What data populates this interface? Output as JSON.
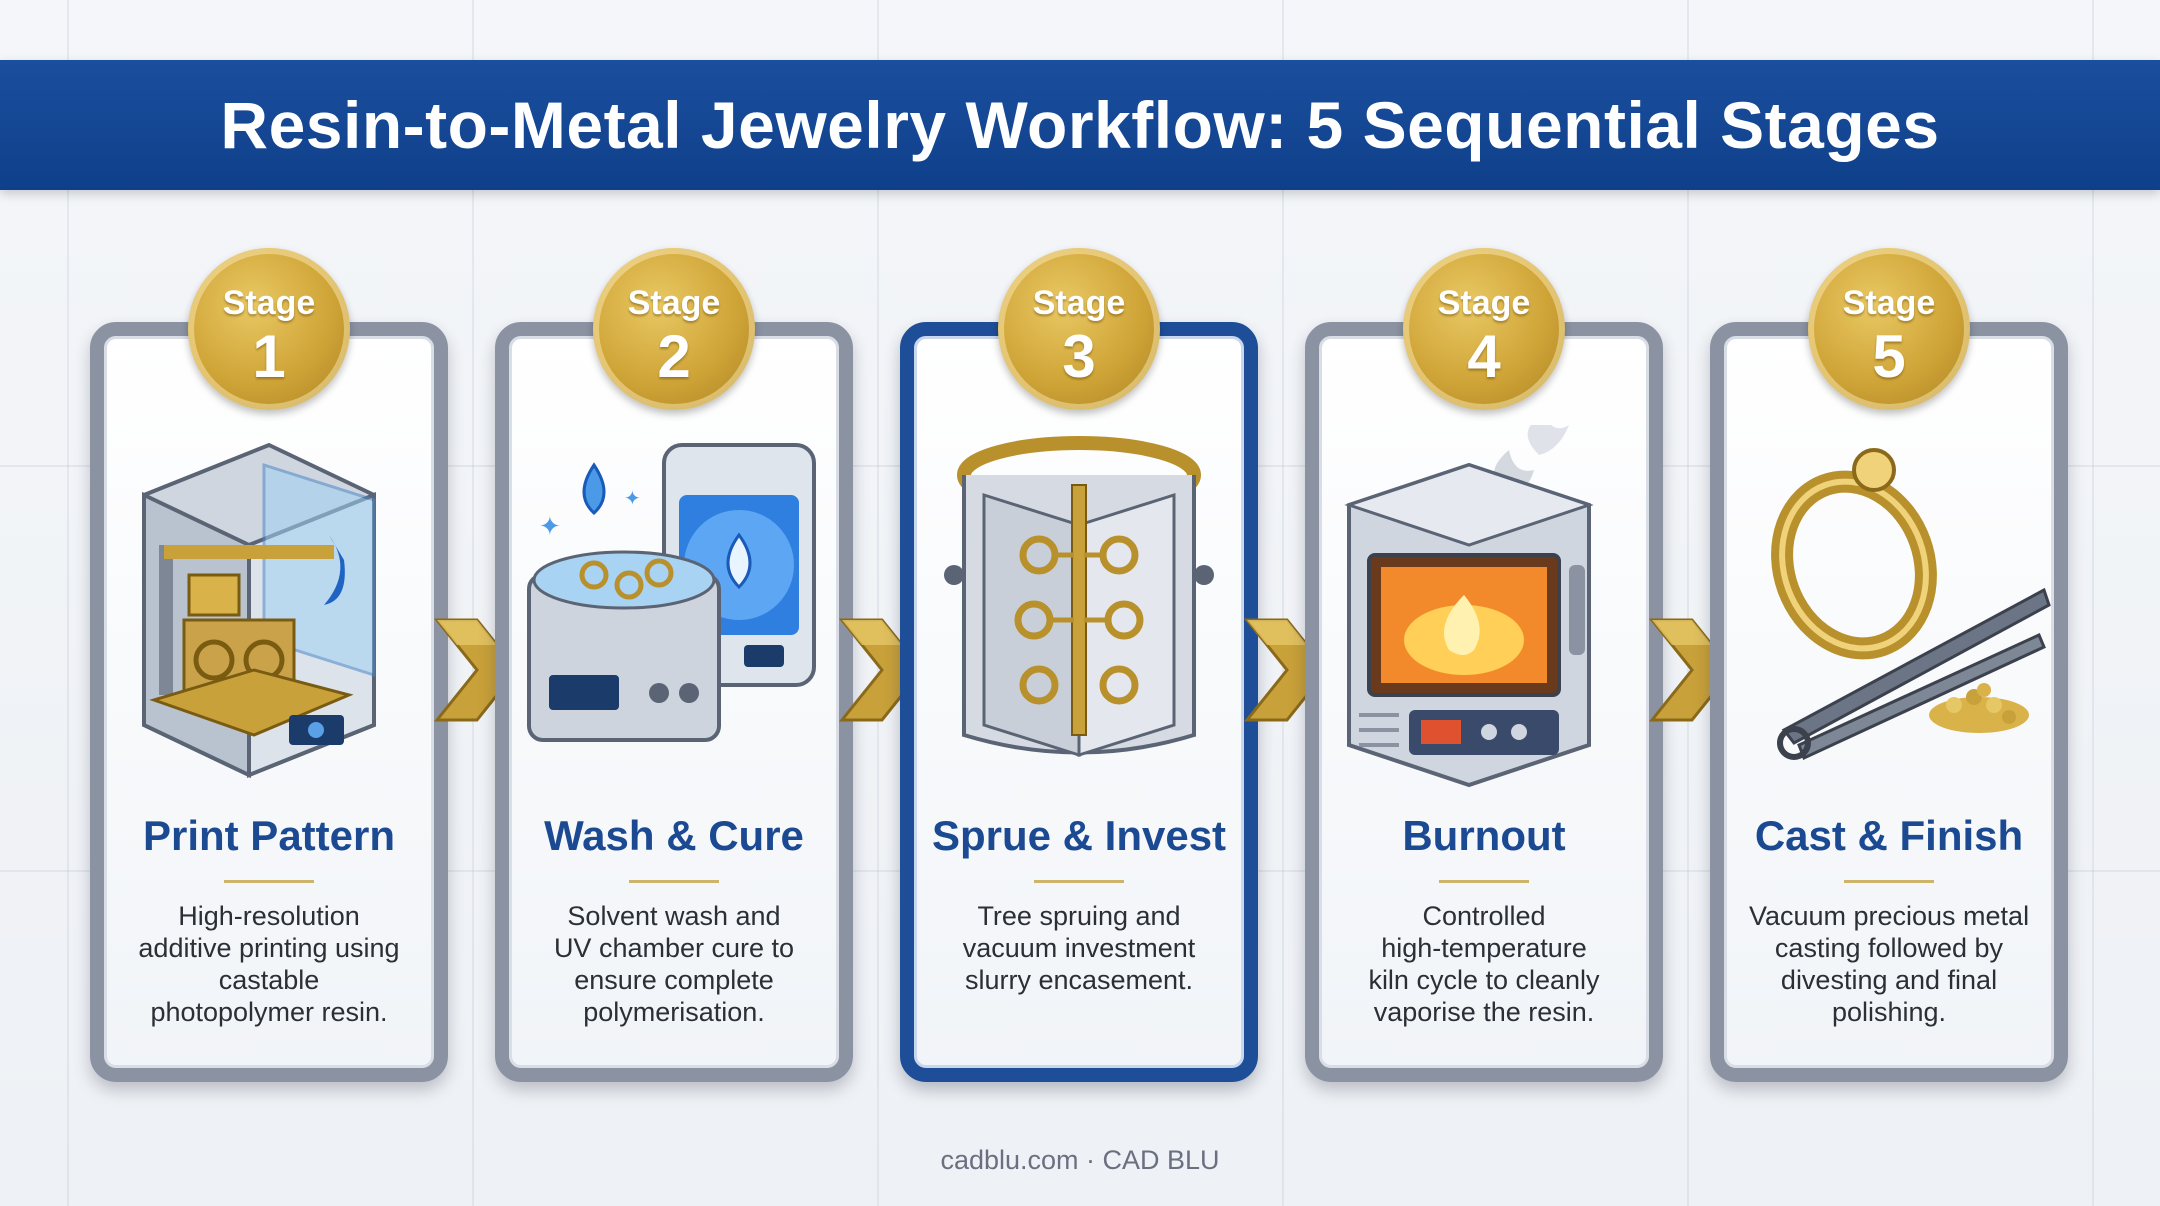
{
  "title": "Resin-to-Metal Jewelry Workflow: 5 Sequential Stages",
  "stages": [
    {
      "label": "Stage",
      "number": "1",
      "title": "Print Pattern",
      "lines": [
        "High-resolution",
        "additive printing using",
        "castable",
        "photopolymer resin."
      ],
      "icon": "resin-3d-printer-icon"
    },
    {
      "label": "Stage",
      "number": "2",
      "title": "Wash & Cure",
      "lines": [
        "Solvent wash and",
        "UV chamber cure to",
        "ensure complete",
        "polymerisation."
      ],
      "icon": "wash-and-uv-cure-icon"
    },
    {
      "label": "Stage",
      "number": "3",
      "title": "Sprue & Invest",
      "lines": [
        "Tree spruing and",
        "vacuum investment",
        "slurry encasement."
      ],
      "icon": "sprue-tree-flask-icon"
    },
    {
      "label": "Stage",
      "number": "4",
      "title": "Burnout",
      "lines": [
        "Controlled",
        "high-temperature",
        "kiln cycle to cleanly",
        "vaporise the resin."
      ],
      "icon": "burnout-kiln-icon"
    },
    {
      "label": "Stage",
      "number": "5",
      "title": "Cast & Finish",
      "lines": [
        "Vacuum precious metal",
        "casting followed by",
        "divesting and final",
        "polishing."
      ],
      "icon": "gold-ring-tongs-icon"
    }
  ],
  "active_stage": 3,
  "footer": "cadblu.com · CAD BLU",
  "colors": {
    "banner": "#0f3f8a",
    "title_text": "#1b4a92",
    "gold": "#cfa437",
    "card_border": "#8b93a3",
    "active_border": "#1f4e99"
  }
}
